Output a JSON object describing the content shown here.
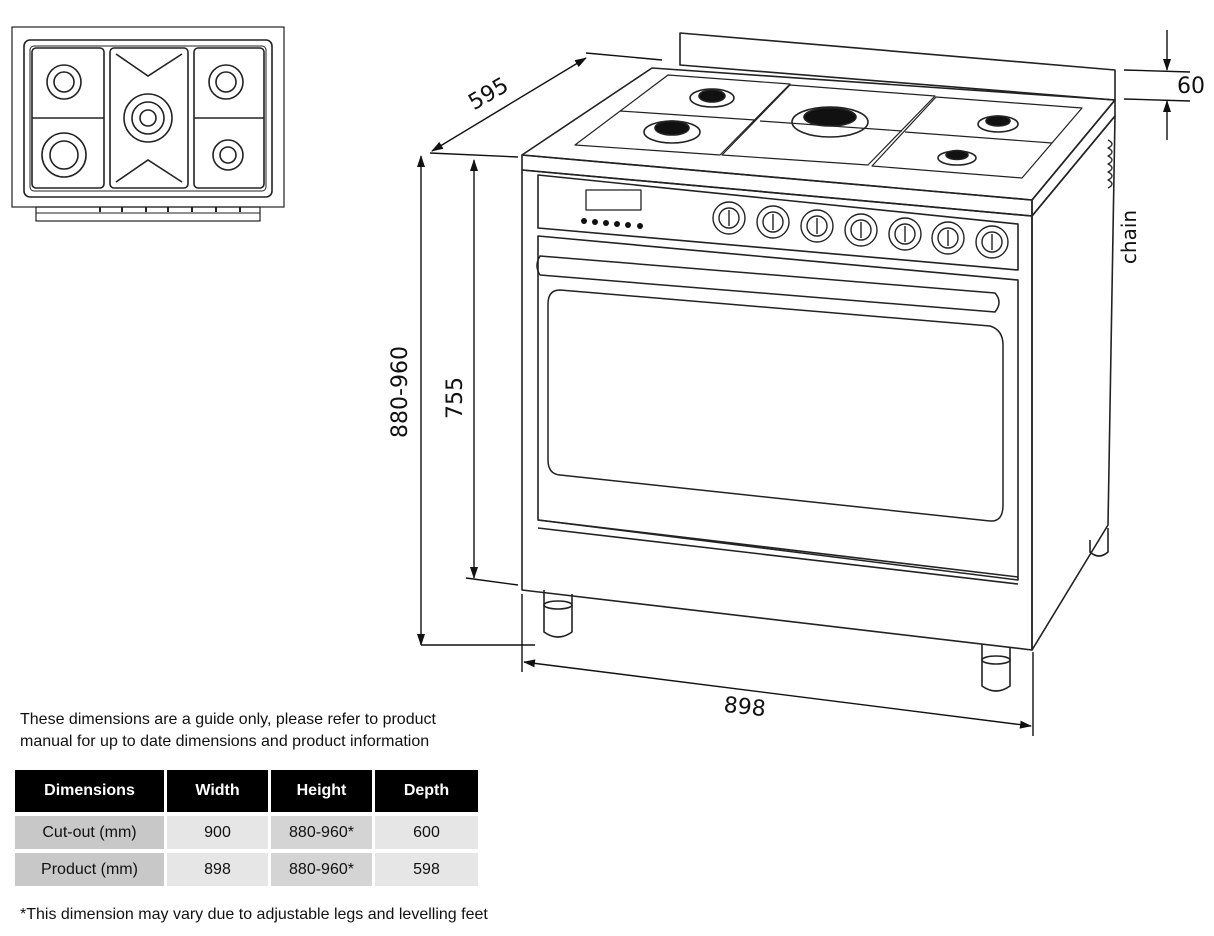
{
  "dimension_labels": {
    "depth_top": "595",
    "backguard_height": "60",
    "overall_height": "880-960",
    "body_height": "755",
    "width_bottom": "898",
    "chain_label": "chain"
  },
  "guide_note": "These dimensions are a guide only, please refer to product manual for up to date dimensions and product information",
  "table": {
    "headers": [
      "Dimensions",
      "Width",
      "Height",
      "Depth"
    ],
    "rows": [
      [
        "Cut-out (mm)",
        "900",
        "880-960*",
        "600"
      ],
      [
        "Product (mm)",
        "898",
        "880-960*",
        "598"
      ]
    ]
  },
  "footnote": "*This dimension may vary due to adjustable  legs and levelling feet"
}
